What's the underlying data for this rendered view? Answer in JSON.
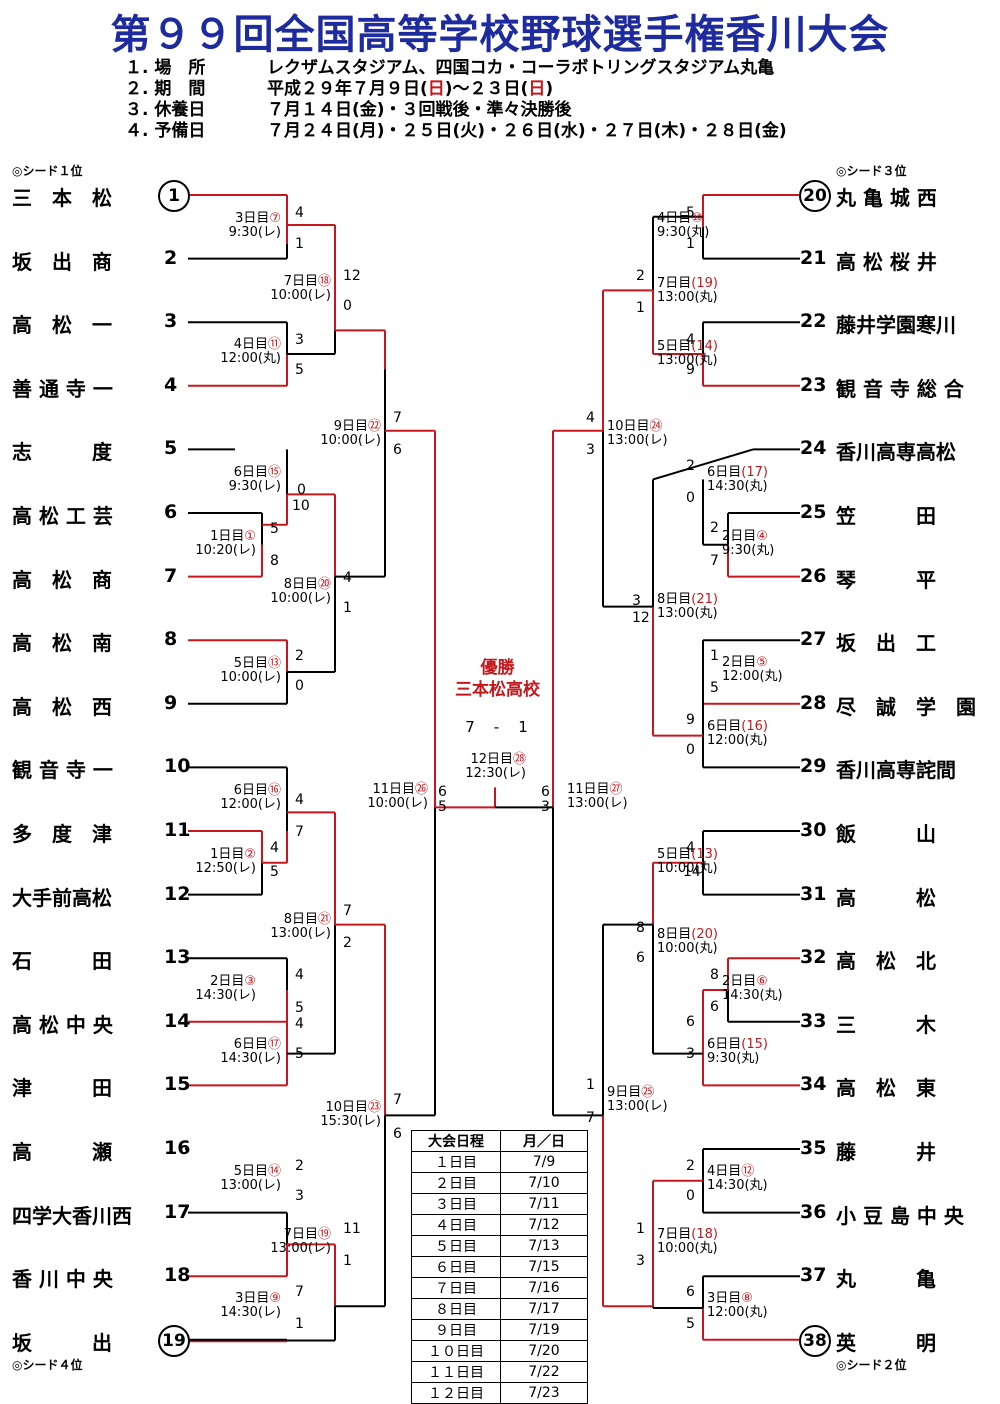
{
  "title": "第９９回全国高等学校野球選手権香川大会",
  "info": [
    {
      "label": "１. 場　所",
      "value": "レクザムスタジアム、四国コカ・コーラボトリングスタジアム丸亀"
    },
    {
      "label": "２. 期　間",
      "value_pre": "平成２９年７月９日(",
      "value_c1": "日",
      "value_mid": ")～２３日(",
      "value_c2": "日",
      "value_post": ")"
    },
    {
      "label": "３. 休養日",
      "value": "７月１４日(金)・３回戦後・準々決勝後"
    },
    {
      "label": "４. 予備日",
      "value": "７月２４日(月)・２５日(火)・２６日(水)・２７日(木)・２８日(金)"
    }
  ],
  "seeds": {
    "s1": "◎シード１位",
    "s2": "◎シード２位",
    "s3": "◎シード３位",
    "s4": "◎シード４位"
  },
  "left_teams": [
    {
      "num": "1",
      "name": "三　本　松"
    },
    {
      "num": "2",
      "name": "坂　出　商"
    },
    {
      "num": "3",
      "name": "高　松　一"
    },
    {
      "num": "4",
      "name": "善 通 寺 一"
    },
    {
      "num": "5",
      "name": "志　　　度"
    },
    {
      "num": "6",
      "name": "高 松 工 芸"
    },
    {
      "num": "7",
      "name": "高　松　商"
    },
    {
      "num": "8",
      "name": "高　松　南"
    },
    {
      "num": "9",
      "name": "高　松　西"
    },
    {
      "num": "10",
      "name": "観 音 寺 一"
    },
    {
      "num": "11",
      "name": "多　度　津"
    },
    {
      "num": "12",
      "name": "大手前高松"
    },
    {
      "num": "13",
      "name": "石　　　田"
    },
    {
      "num": "14",
      "name": "高 松 中 央"
    },
    {
      "num": "15",
      "name": "津　　　田"
    },
    {
      "num": "16",
      "name": "高　　　瀬"
    },
    {
      "num": "17",
      "name": "四学大香川西"
    },
    {
      "num": "18",
      "name": "香 川 中 央"
    },
    {
      "num": "19",
      "name": "坂　　　出"
    }
  ],
  "right_teams": [
    {
      "num": "20",
      "name": "丸 亀 城 西"
    },
    {
      "num": "21",
      "name": "高 松 桜 井"
    },
    {
      "num": "22",
      "name": "藤井学園寒川"
    },
    {
      "num": "23",
      "name": "観 音 寺 総 合"
    },
    {
      "num": "24",
      "name": "香川高専高松"
    },
    {
      "num": "25",
      "name": "笠　　　田"
    },
    {
      "num": "26",
      "name": "琴　　　平"
    },
    {
      "num": "27",
      "name": "坂　出　工"
    },
    {
      "num": "28",
      "name": "尽　誠　学　園"
    },
    {
      "num": "29",
      "name": "香川高専詫間"
    },
    {
      "num": "30",
      "name": "飯　　　山"
    },
    {
      "num": "31",
      "name": "高　　　松"
    },
    {
      "num": "32",
      "name": "高　松　北"
    },
    {
      "num": "33",
      "name": "三　　　木"
    },
    {
      "num": "34",
      "name": "高　松　東"
    },
    {
      "num": "35",
      "name": "藤　　　井"
    },
    {
      "num": "36",
      "name": "小 豆 島 中 央"
    },
    {
      "num": "37",
      "name": "丸　　　亀"
    },
    {
      "num": "38",
      "name": "英　　　明"
    }
  ],
  "games": [
    {
      "day": "3日目",
      "g": "⑦",
      "time": "9:30(レ)"
    },
    {
      "day": "4日目",
      "g": "⑪",
      "time": "12:00(丸)"
    },
    {
      "day": "7日目",
      "g": "⑱",
      "time": "10:00(レ)"
    },
    {
      "day": "1日目",
      "g": "①",
      "time": "10:20(レ)"
    },
    {
      "day": "6日目",
      "g": "⑮",
      "time": "9:30(レ)"
    },
    {
      "day": "5日目",
      "g": "⑬",
      "time": "10:00(レ)"
    },
    {
      "day": "8日目",
      "g": "⑳",
      "time": "10:00(レ)"
    },
    {
      "day": "9日目",
      "g": "㉒",
      "time": "10:00(レ)"
    },
    {
      "day": "1日目",
      "g": "②",
      "time": "12:50(レ)"
    },
    {
      "day": "6日目",
      "g": "⑯",
      "time": "12:00(レ)"
    },
    {
      "day": "2日目",
      "g": "③",
      "time": "14:30(レ)"
    },
    {
      "day": "6日目",
      "g": "⑰",
      "time": "14:30(レ)"
    },
    {
      "day": "8日目",
      "g": "㉑",
      "time": "13:00(レ)"
    },
    {
      "day": "5日目",
      "g": "⑭",
      "time": "13:00(レ)"
    },
    {
      "day": "3日目",
      "g": "⑨",
      "time": "14:30(レ)"
    },
    {
      "day": "7日目",
      "g": "⑲",
      "time": "13:00(レ)"
    },
    {
      "day": "10日目",
      "g": "㉓",
      "time": "15:30(レ)"
    },
    {
      "day": "11日目",
      "g": "㉖",
      "time": "10:00(レ)"
    },
    {
      "day": "12日目",
      "g": "㉘",
      "time": "12:30(レ)"
    },
    {
      "day": "11日目",
      "g": "㉗",
      "time": "13:00(レ)"
    },
    {
      "day": "4日目",
      "g": "⑩",
      "time": "9:30(丸)"
    },
    {
      "day": "5日目",
      "g": "(14)",
      "time": "13:00(丸)"
    },
    {
      "day": "7日目",
      "g": "(19)",
      "time": "13:00(丸)"
    },
    {
      "day": "2日目",
      "g": "④",
      "time": "9:30(丸)"
    },
    {
      "day": "6日目",
      "g": "(17)",
      "time": "14:30(丸)"
    },
    {
      "day": "2日目",
      "g": "⑤",
      "time": "12:00(丸)"
    },
    {
      "day": "6日目",
      "g": "(16)",
      "time": "12:00(丸)"
    },
    {
      "day": "8日目",
      "g": "(21)",
      "time": "13:00(丸)"
    },
    {
      "day": "10日目",
      "g": "㉔",
      "time": "13:00(レ)"
    },
    {
      "day": "5日目",
      "g": "(13)",
      "time": "10:00(丸)"
    },
    {
      "day": "2日目",
      "g": "⑥",
      "time": "14:30(丸)"
    },
    {
      "day": "6日目",
      "g": "(15)",
      "time": "9:30(丸)"
    },
    {
      "day": "8日目",
      "g": "(20)",
      "time": "10:00(丸)"
    },
    {
      "day": "4日目",
      "g": "⑫",
      "time": "14:30(丸)"
    },
    {
      "day": "3日目",
      "g": "⑧",
      "time": "12:00(丸)"
    },
    {
      "day": "7日目",
      "g": "(18)",
      "time": "10:00(丸)"
    },
    {
      "day": "9日目",
      "g": "㉕",
      "time": "13:00(レ)"
    }
  ],
  "scores": [
    "4",
    "1",
    "3",
    "5",
    "12",
    "0",
    "0",
    "10",
    "5",
    "8",
    "2",
    "0",
    "4",
    "1",
    "7",
    "6",
    "4",
    "7",
    "4",
    "5",
    "4",
    "5",
    "7",
    "2",
    "2",
    "3",
    "7",
    "1",
    "11",
    "7",
    "6",
    "6",
    "5",
    "6",
    "3",
    "5",
    "1",
    "2",
    "1",
    "4",
    "9",
    "2",
    "0",
    "2",
    "7",
    "4",
    "3",
    "1",
    "5",
    "9",
    "0",
    "3",
    "12",
    "4",
    "14",
    "8",
    "6",
    "6",
    "3",
    "8",
    "6",
    "1",
    "7",
    "2",
    "0",
    "1",
    "3",
    "6",
    "5"
  ],
  "champion": {
    "label": "優勝",
    "team": "三本松高校",
    "score": "7　-　1"
  },
  "schedule": {
    "headers": [
      "大会日程",
      "月／日"
    ],
    "rows": [
      [
        "１日目",
        "7/9"
      ],
      [
        "２日目",
        "7/10"
      ],
      [
        "３日目",
        "7/11"
      ],
      [
        "４日目",
        "7/12"
      ],
      [
        "５日目",
        "7/13"
      ],
      [
        "６日目",
        "7/15"
      ],
      [
        "７日目",
        "7/16"
      ],
      [
        "８日目",
        "7/17"
      ],
      [
        "９日目",
        "7/19"
      ],
      [
        "１０日目",
        "7/20"
      ],
      [
        "１１日目",
        "7/22"
      ],
      [
        "１２日目",
        "7/23"
      ]
    ]
  },
  "colors": {
    "title": "#1d2b9e",
    "win_line": "#c8161d",
    "line": "#000000"
  }
}
